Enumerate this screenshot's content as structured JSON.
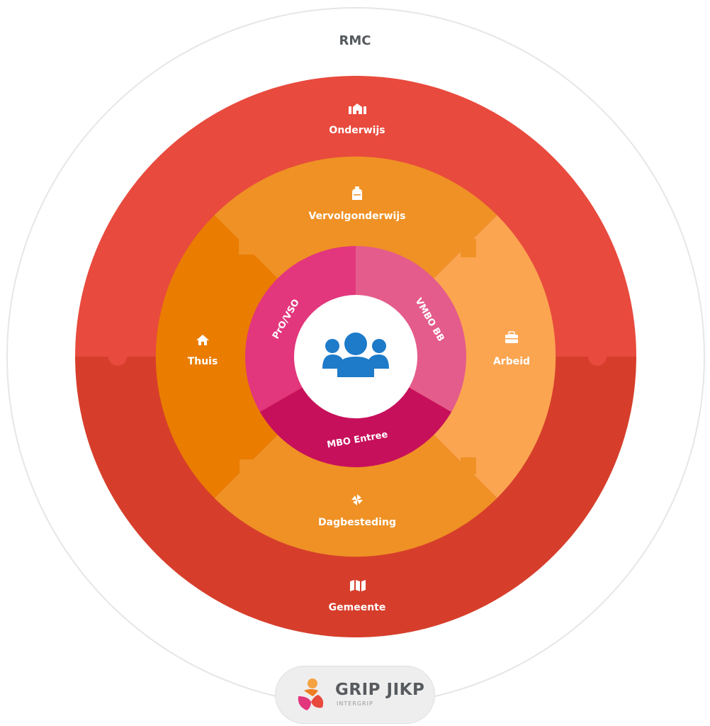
{
  "rmc_label": "RMC",
  "outer_ring": {
    "top_label": "Onderwijs",
    "top_icon": "school-icon",
    "bottom_label": "Gemeente",
    "bottom_icon": "map-icon",
    "top_color": "#e84a3d",
    "bottom_color": "#d63e2b"
  },
  "middle_ring": {
    "segments": [
      {
        "label": "Vervolgonderwijs",
        "icon": "backpack-icon",
        "color": "#ef9125"
      },
      {
        "label": "Arbeid",
        "icon": "briefcase-icon",
        "color": "#fba551"
      },
      {
        "label": "Dagbesteding",
        "icon": "pinwheel-icon",
        "color": "#ef9125"
      },
      {
        "label": "Thuis",
        "icon": "home-icon",
        "color": "#ea7c00"
      }
    ]
  },
  "inner_ring": {
    "segments": [
      {
        "label": "PrO/VSO",
        "color": "#e2367d"
      },
      {
        "label": "VMBO BB",
        "color": "#e45c8b"
      },
      {
        "label": "MBO Entree",
        "color": "#c7105b"
      }
    ]
  },
  "center": {
    "icon": "users-icon",
    "color": "#1d7bc9"
  },
  "logo": {
    "title": "GRIP JIKP",
    "subtitle": "INTERGRIP"
  }
}
